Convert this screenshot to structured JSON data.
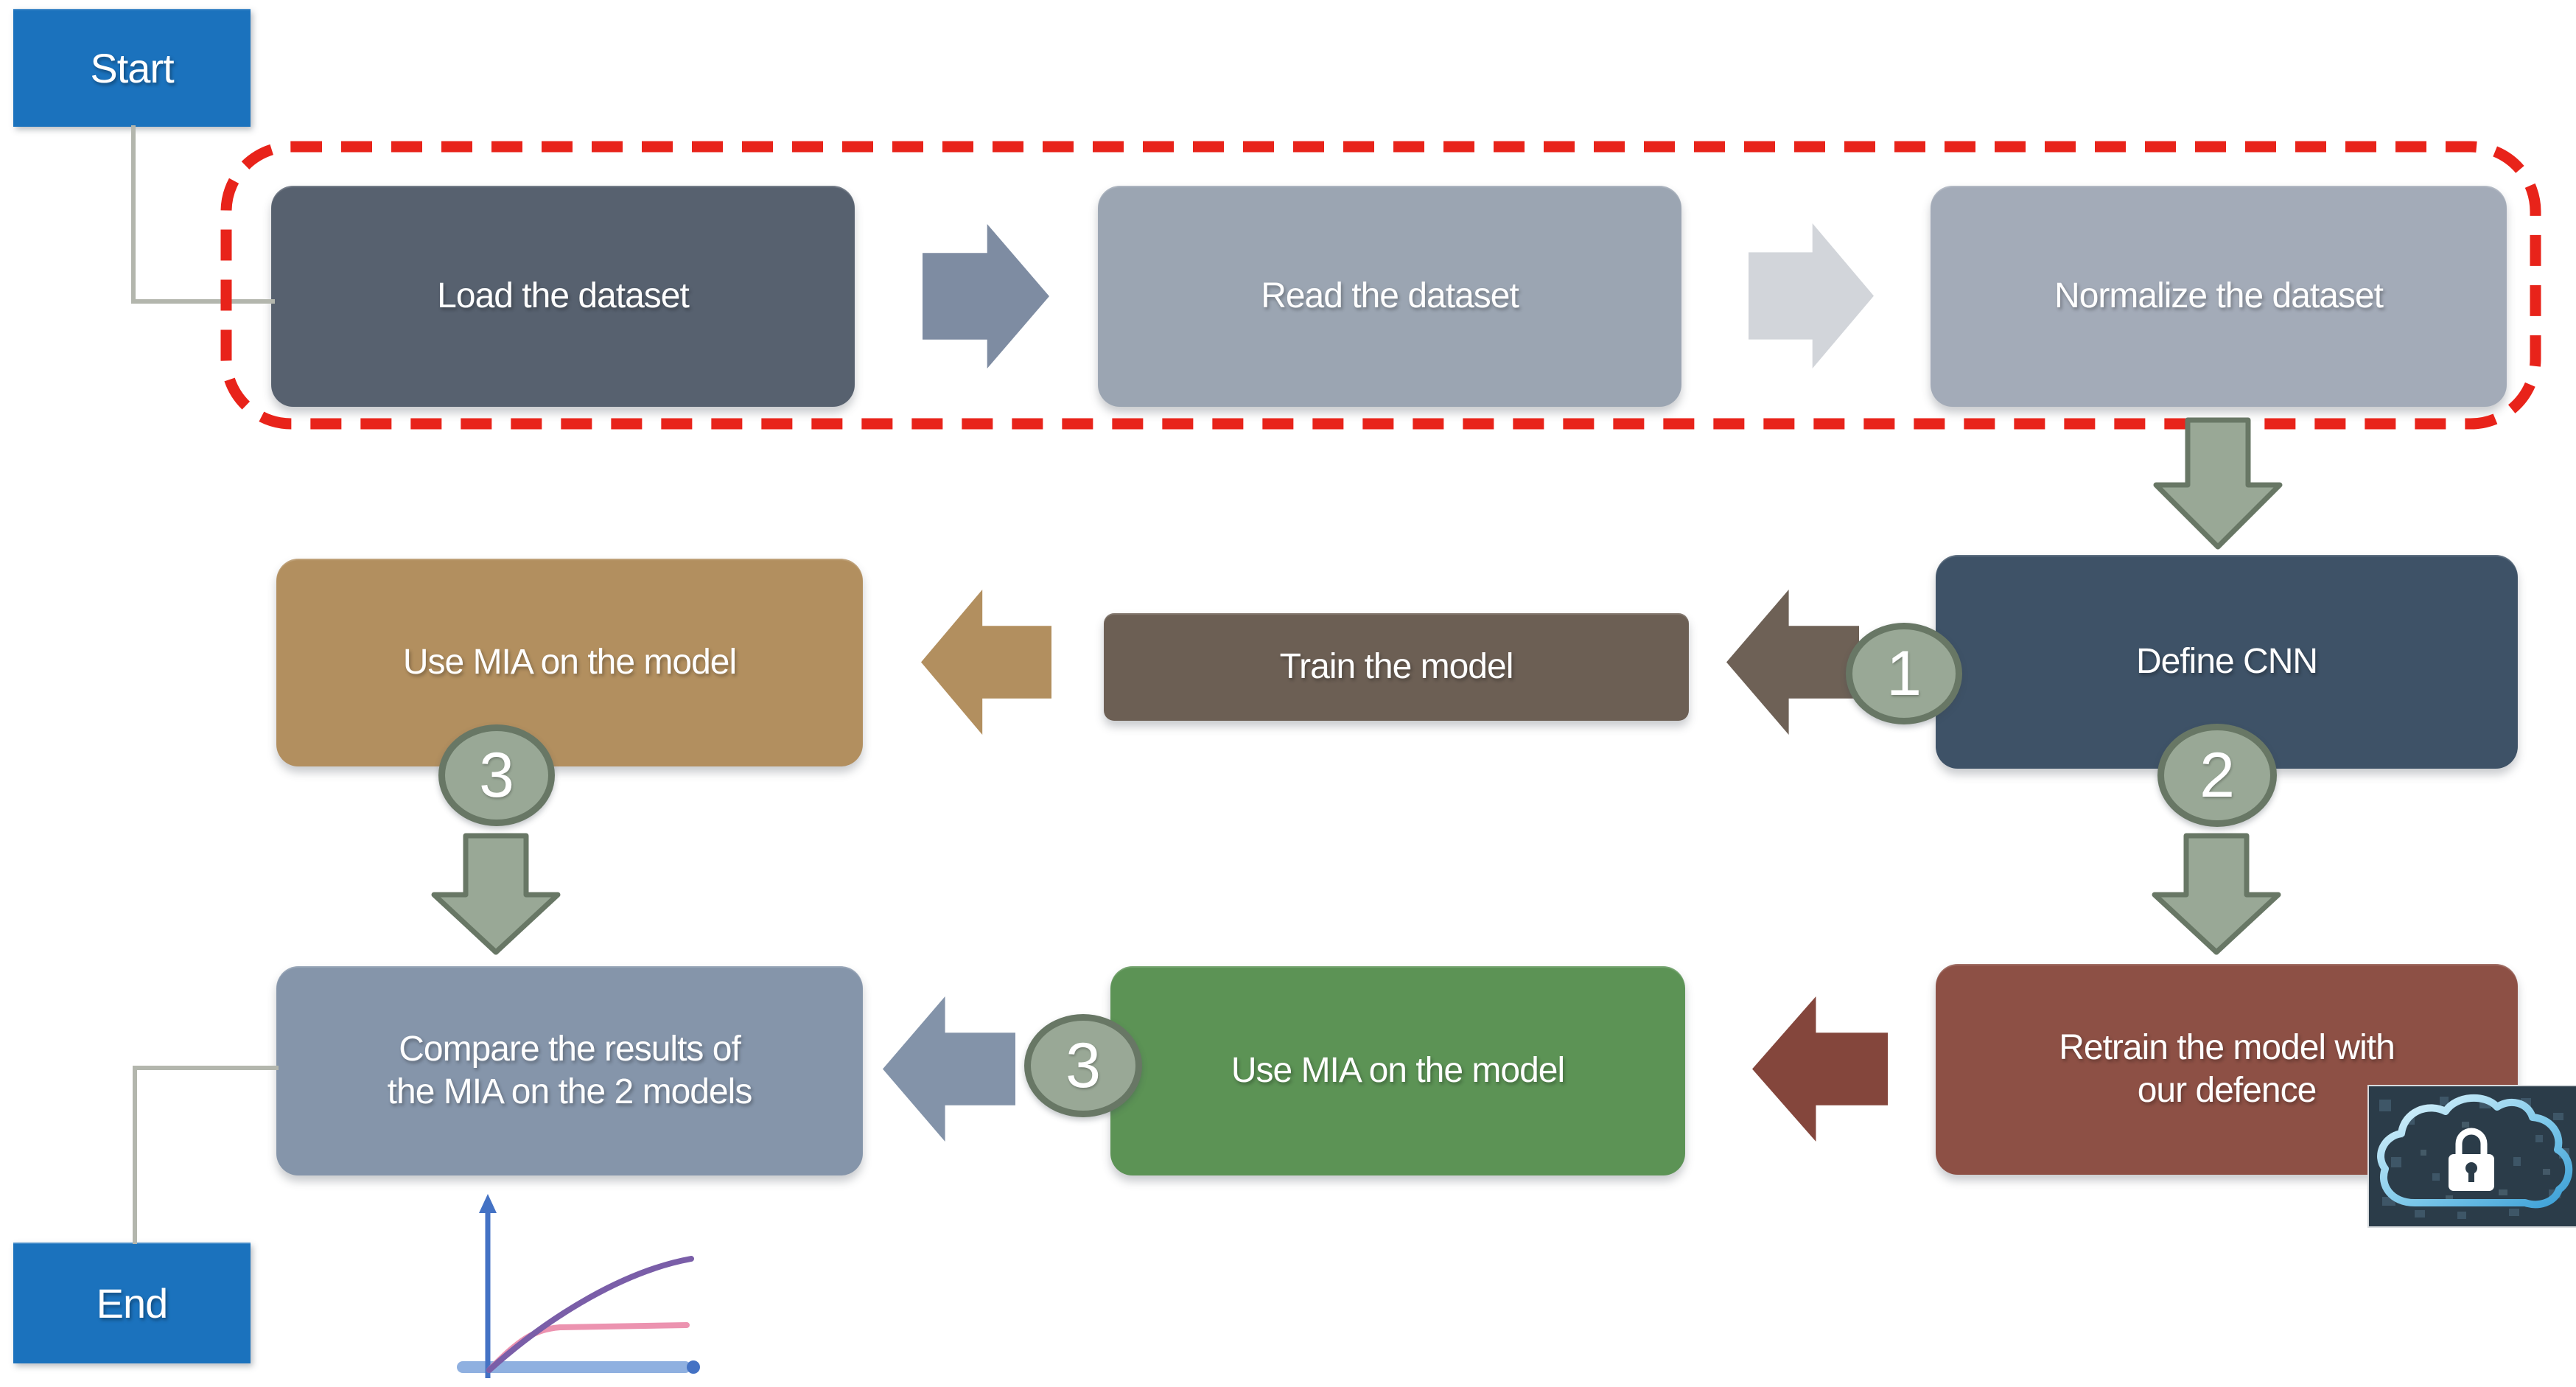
{
  "nodes": {
    "start": "Start",
    "end": "End",
    "load": "Load the dataset",
    "read": "Read the dataset",
    "normalize": "Normalize the dataset",
    "define_cnn": "Define CNN",
    "train": "Train the model",
    "use_mia_original": "Use MIA on the model",
    "use_mia_defended": "Use MIA on the model",
    "compare_line1": "Compare the results of",
    "compare_line2": "the MIA on the 2 models",
    "retrain_line1": "Retrain the model with",
    "retrain_line2": "our defence"
  },
  "badges": {
    "step1": "1",
    "step2": "2",
    "step3_left": "3",
    "step3_mid": "3"
  },
  "icons": {
    "cloud_lock": "cloud-lock-icon",
    "mini_chart": "comparison-curves-chart-icon"
  },
  "colors": {
    "terminal_blue": "#1b72bd",
    "box_load": "#57616f",
    "box_read": "#9ba5b2",
    "box_normalize": "#a3abb8",
    "box_define": "#3e5267",
    "box_train": "#6c5f54",
    "box_tan": "#b28f5f",
    "box_compare": "#8595aa",
    "box_green": "#5c9355",
    "box_retrain": "#8d5045",
    "arrow_blue_gray": "#7e8ca2",
    "arrow_light_gray": "#d2d5da",
    "arrow_brown": "#6e6156",
    "arrow_tan": "#b28f5f",
    "arrow_gray_blue": "#8393a9",
    "arrow_dark_red": "#84463c",
    "sage_fill": "#99a896",
    "sage_border": "#687765",
    "red_dashed": "#e8231a",
    "connector_gray": "#b3b6ad",
    "chart_axis_blue": "#4472c4",
    "chart_xaxis_light": "#8fb0e0",
    "chart_purple": "#7a5ea8",
    "chart_pink": "#ec93b0",
    "cloud_bg": "#2b3c49",
    "cloud_stroke_light": "#e2f6fd",
    "cloud_stroke_dark": "#3b9fd6"
  }
}
